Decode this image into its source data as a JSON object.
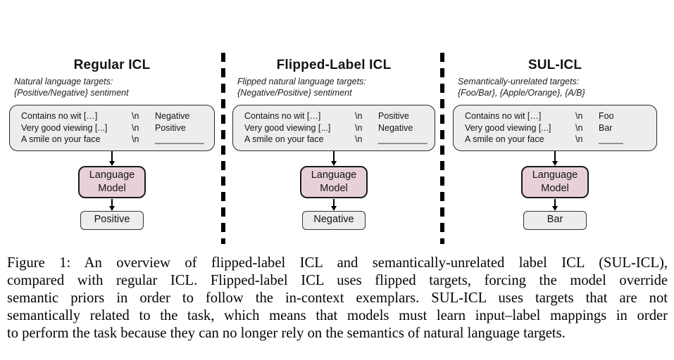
{
  "figure": {
    "panels": [
      {
        "title": "Regular ICL",
        "subtitle": [
          "Natural language targets:",
          "{Positive/Negative} sentiment"
        ],
        "rows": [
          {
            "text": "Contains no wit […]",
            "sep": "\\n",
            "label": "Negative"
          },
          {
            "text": "Very good viewing [...]",
            "sep": "\\n",
            "label": "Positive"
          },
          {
            "text": "A smile on your face",
            "sep": "\\n",
            "label": "__________"
          }
        ],
        "model": [
          "Language",
          "Model"
        ],
        "output": "Positive"
      },
      {
        "title": "Flipped-Label ICL",
        "subtitle": [
          "Flipped natural language targets:",
          "{Negative/Positive} sentiment"
        ],
        "rows": [
          {
            "text": "Contains no wit […]",
            "sep": "\\n",
            "label": "Positive"
          },
          {
            "text": "Very good viewing [...]",
            "sep": "\\n",
            "label": "Negative"
          },
          {
            "text": "A smile on your face",
            "sep": "\\n",
            "label": "__________"
          }
        ],
        "model": [
          "Language",
          "Model"
        ],
        "output": "Negative"
      },
      {
        "title": "SUL-ICL",
        "subtitle": [
          "Semantically-unrelated targets:",
          "{Foo/Bar}, {Apple/Orange}, {A/B}"
        ],
        "rows": [
          {
            "text": "Contains no wit […]",
            "sep": "\\n",
            "label": "Foo"
          },
          {
            "text": "Very good viewing [...]",
            "sep": "\\n",
            "label": "Bar"
          },
          {
            "text": "A smile on your face",
            "sep": "\\n",
            "label": "_____"
          }
        ],
        "model": [
          "Language",
          "Model"
        ],
        "output": "Bar"
      }
    ],
    "caption": {
      "lines": [
        "Figure 1: An overview of flipped-label ICL and semantically-unrelated label ICL (SUL-ICL),",
        "compared with regular ICL. Flipped-label ICL uses flipped targets, forcing the model override",
        "semantic priors in order to follow the in-context exemplars. SUL-ICL uses targets that are not",
        "semantically related to the task, which means that models must learn input–label mappings in order",
        "to perform the task because they can no longer rely on the semantics of natural language targets."
      ]
    },
    "colors": {
      "model_box_fill": "#e8d0da",
      "example_box_fill": "#ededed",
      "output_box_fill": "#ededed",
      "border": "#1a1a1a",
      "separator": "#000000"
    }
  }
}
